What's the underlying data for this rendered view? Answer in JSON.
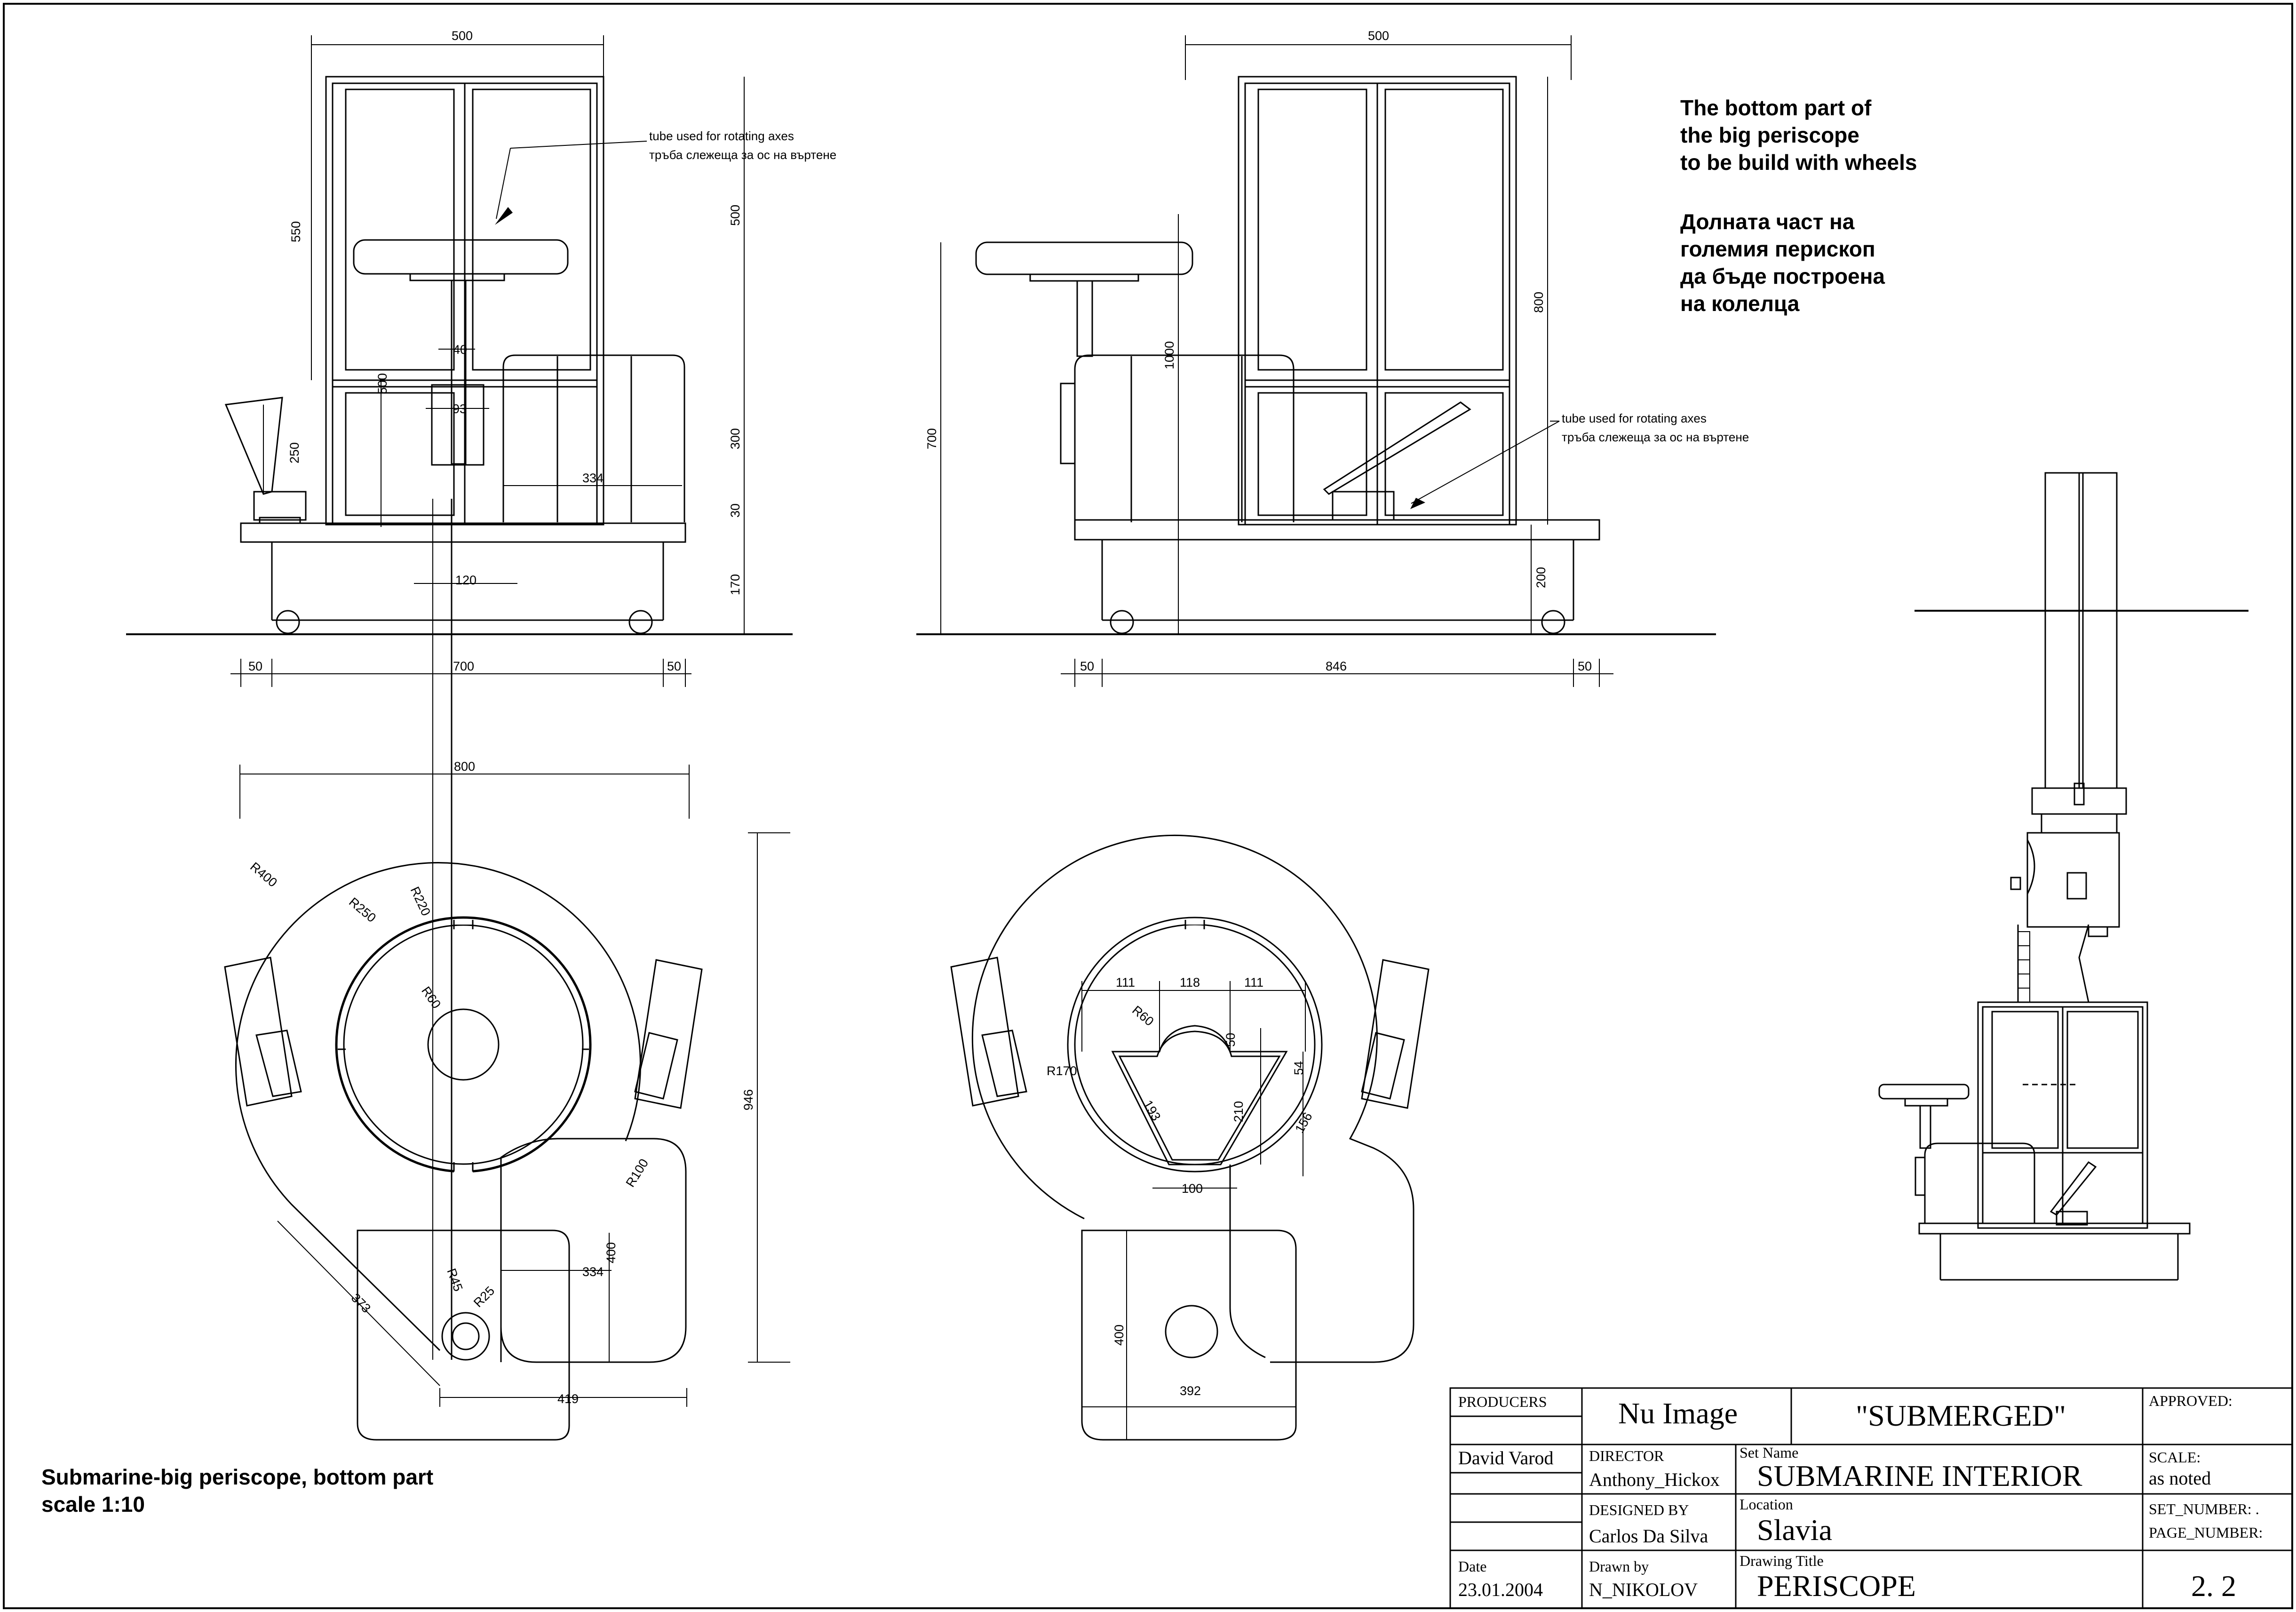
{
  "notes": {
    "periscope_en": [
      "The bottom part of",
      "the big periscope",
      "to be build with wheels"
    ],
    "periscope_bg": [
      "Долната част на",
      "големия перископ",
      "да бъде построена",
      "на колелца"
    ],
    "tube_en": "tube used for rotating axes",
    "tube_bg": "тръба слежеща за ос на въртене",
    "caption_title": "Submarine-big periscope, bottom part",
    "caption_scale": "scale 1:10"
  },
  "dims": {
    "front": {
      "top_width": "500",
      "h550": "550",
      "h500_right": "500",
      "h500_left": "500",
      "w40": "40",
      "w93": "93",
      "h250": "250",
      "w334": "334",
      "h300": "300",
      "h30": "30",
      "w120": "120",
      "h170": "170",
      "b50a": "50",
      "b700": "700",
      "b50b": "50"
    },
    "side": {
      "top_width": "500",
      "h800": "800",
      "h1000": "1000",
      "h700": "700",
      "h200": "200",
      "b50a": "50",
      "b846": "846",
      "b50b": "50"
    },
    "plan_left": {
      "w800": "800",
      "r400": "R400",
      "r250": "R250",
      "r220": "R220",
      "r60": "R60",
      "h946": "946",
      "r100": "R100",
      "h400": "400",
      "w334": "334",
      "r45": "R45",
      "r25": "R25",
      "d373": "373",
      "w419": "419"
    },
    "plan_right": {
      "w111a": "111",
      "w118": "118",
      "w111b": "111",
      "r60": "R60",
      "h50": "50",
      "r170": "R170",
      "d193": "193",
      "h210": "210",
      "h54": "54",
      "h156": "156",
      "w100": "100",
      "h400": "400",
      "w392": "392"
    }
  },
  "title_block": {
    "producers_label": "PRODUCERS",
    "producer_company": "Nu Image",
    "film_title": "\"SUBMERGED\"",
    "approved_label": "APPROVED:",
    "producer_name": "David Varod",
    "director_label": "DIRECTOR",
    "director_name": "Anthony_Hickox",
    "set_name_label": "Set Name",
    "set_name": "SUBMARINE INTERIOR",
    "scale_label": "SCALE:",
    "scale_value": "as noted",
    "designed_label": "DESIGNED BY",
    "designed_name": "Carlos Da Silva",
    "location_label": "Location",
    "location_value": "Slavia",
    "set_number_label": "SET_NUMBER: .",
    "page_number_label": "PAGE_NUMBER:",
    "date_label": "Date",
    "date_value": "23.01.2004",
    "drawn_label": "Drawn by",
    "drawn_name": "N_NIKOLOV",
    "drawing_title_label": "Drawing Title",
    "drawing_title": "PERISCOPE",
    "page_number": "2. 2"
  }
}
